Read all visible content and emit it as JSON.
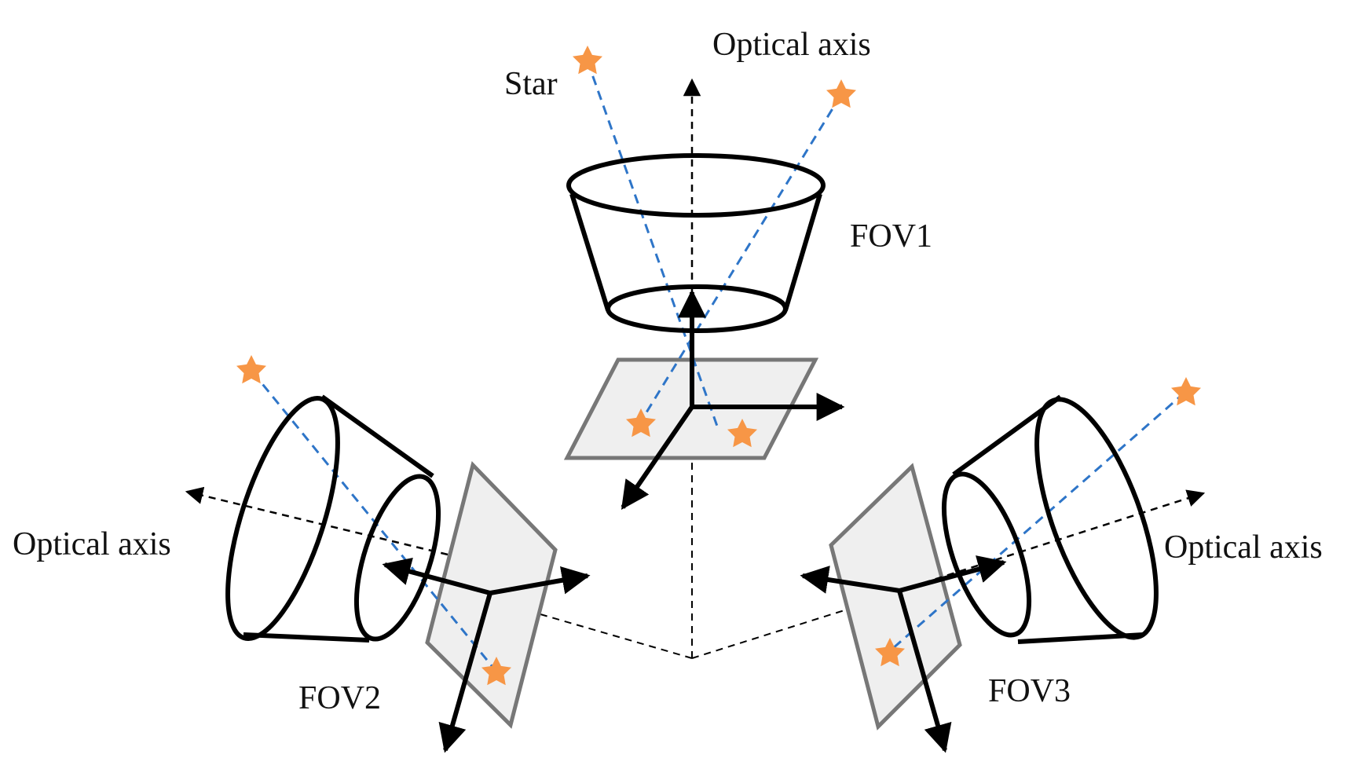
{
  "labels": {
    "star": "Star",
    "optical_axis_top": "Optical axis",
    "optical_axis_left": "Optical axis",
    "optical_axis_right": "Optical axis",
    "fov1": "FOV1",
    "fov2": "FOV2",
    "fov3": "FOV3"
  },
  "colors": {
    "star": "#f79646",
    "star_ray": "#2e75c8",
    "outline": "#000000",
    "focal_plane_fill": "#efefef",
    "focal_plane_stroke": "#777777"
  },
  "icons": {
    "star": "star-icon"
  }
}
